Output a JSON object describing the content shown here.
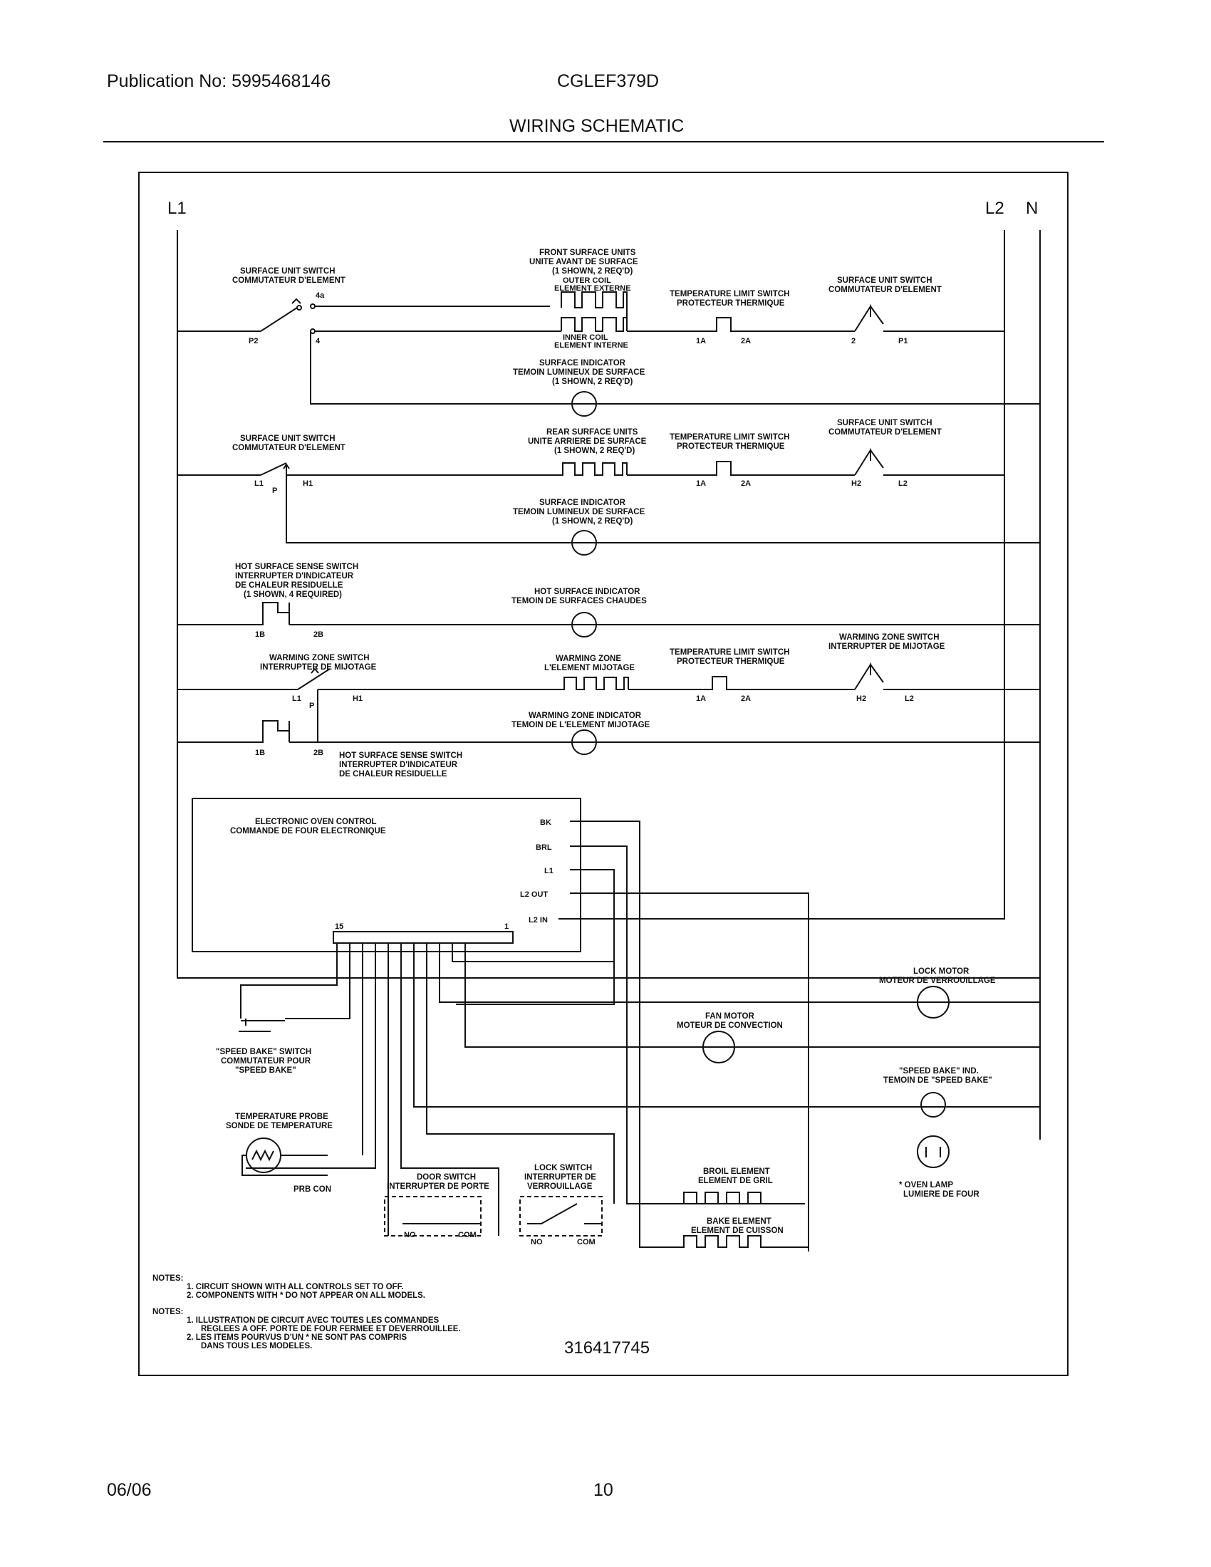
{
  "header": {
    "publication": "Publication No: 5995468146",
    "model": "CGLEF379D",
    "title": "WIRING SCHEMATIC"
  },
  "footer": {
    "date": "06/06",
    "page": "10"
  },
  "schematic": {
    "rails": {
      "l1": "L1",
      "l2": "L2",
      "n": "N"
    },
    "front_units": {
      "title": [
        "FRONT SURFACE UNITS",
        "UNITE AVANT DE SURFACE",
        "(1 SHOWN, 2 REQ'D)"
      ],
      "outer": [
        "OUTER COIL",
        "ELEMENT EXTERNE"
      ],
      "inner": [
        "INNER COIL",
        "ELEMENT INTERNE"
      ]
    },
    "surface_switch_label": [
      "SURFACE UNIT SWITCH",
      "COMMUTATEUR D'ELEMENT"
    ],
    "temp_limit_label": [
      "TEMPERATURE LIMIT SWITCH",
      "PROTECTEUR THERMIQUE"
    ],
    "surface_indicator": [
      "SURFACE INDICATOR",
      "TEMOIN LUMINEUX DE SURFACE",
      "(1 SHOWN, 2 REQ'D)"
    ],
    "rear_units": [
      "REAR SURFACE UNITS",
      "UNITE ARRIERE DE SURFACE",
      "(1 SHOWN, 2 REQ'D)"
    ],
    "hot_sense_1": [
      "HOT SURFACE SENSE SWITCH",
      "INTERRUPTER D'INDICATEUR",
      "DE CHALEUR RESIDUELLE",
      "(1 SHOWN, 4 REQUIRED)"
    ],
    "hot_indicator": [
      "HOT SURFACE INDICATOR",
      "TEMOIN DE SURFACES CHAUDES"
    ],
    "warming_switch": [
      "WARMING ZONE SWITCH",
      "INTERRUPTER DE MIJOTAGE"
    ],
    "warming_element": [
      "WARMING ZONE",
      "L'ELEMENT MIJOTAGE"
    ],
    "warming_indicator": [
      "WARMING ZONE INDICATOR",
      "TEMOIN DE L'ELEMENT MIJOTAGE"
    ],
    "hot_sense_2": [
      "HOT SURFACE SENSE SWITCH",
      "INTERRUPTER D'INDICATEUR",
      "DE CHALEUR RESIDUELLE"
    ],
    "eoc": [
      "ELECTRONIC OVEN CONTROL",
      "COMMANDE DE FOUR ELECTRONIQUE"
    ],
    "eoc_terminals": [
      "BK",
      "BRL",
      "L1",
      "L2 OUT",
      "L2 IN"
    ],
    "connector_left": "15",
    "connector_right": "1",
    "lock_motor": [
      "LOCK MOTOR",
      "MOTEUR DE VERROUILLAGE"
    ],
    "fan_motor": [
      "FAN MOTOR",
      "MOTEUR DE CONVECTION"
    ],
    "speed_bake_switch": [
      "\"SPEED BAKE\" SWITCH",
      "COMMUTATEUR POUR",
      "\"SPEED BAKE\""
    ],
    "speed_bake_ind": [
      "\"SPEED BAKE\" IND.",
      "TEMOIN DE \"SPEED BAKE\""
    ],
    "temp_probe": [
      "TEMPERATURE PROBE",
      "SONDE DE TEMPERATURE"
    ],
    "prb_con": "PRB CON",
    "oven_lamp": [
      "* OVEN LAMP",
      "LUMIERE DE FOUR"
    ],
    "door_switch": [
      "DOOR SWITCH",
      "INTERRUPTER DE PORTE"
    ],
    "lock_switch": [
      "LOCK SWITCH",
      "INTERRUPTER DE",
      "VERROUILLAGE"
    ],
    "no": "NO",
    "com": "COM",
    "broil": [
      "BROIL ELEMENT",
      "ELEMENT DE GRIL"
    ],
    "bake": [
      "BAKE ELEMENT",
      "ELEMENT DE CUISSON"
    ],
    "pins": {
      "p2": "P2",
      "four": "4",
      "fourA": "4a",
      "oneA": "1A",
      "twoA": "2A",
      "two": "2",
      "p1": "P1",
      "l1": "L1",
      "p": "P",
      "h1": "H1",
      "h2": "H2",
      "l2": "L2",
      "oneB": "1B",
      "twoB": "2B"
    },
    "notes_en": [
      "NOTES:",
      "1.   CIRCUIT SHOWN WITH ALL CONTROLS SET TO OFF.",
      "2.   COMPONENTS WITH * DO NOT APPEAR ON ALL MODELS."
    ],
    "notes_fr": [
      "NOTES:",
      "1.   ILLUSTRATION DE CIRCUIT AVEC TOUTES LES COMMANDES",
      "REGLEES A OFF.   PORTE DE FOUR FERMEE ET DEVERROUILLEE.",
      "2.   LES ITEMS POURVUS D'UN * NE SONT PAS COMPRIS",
      "DANS TOUS LES MODELES."
    ],
    "part_number": "316417745"
  }
}
